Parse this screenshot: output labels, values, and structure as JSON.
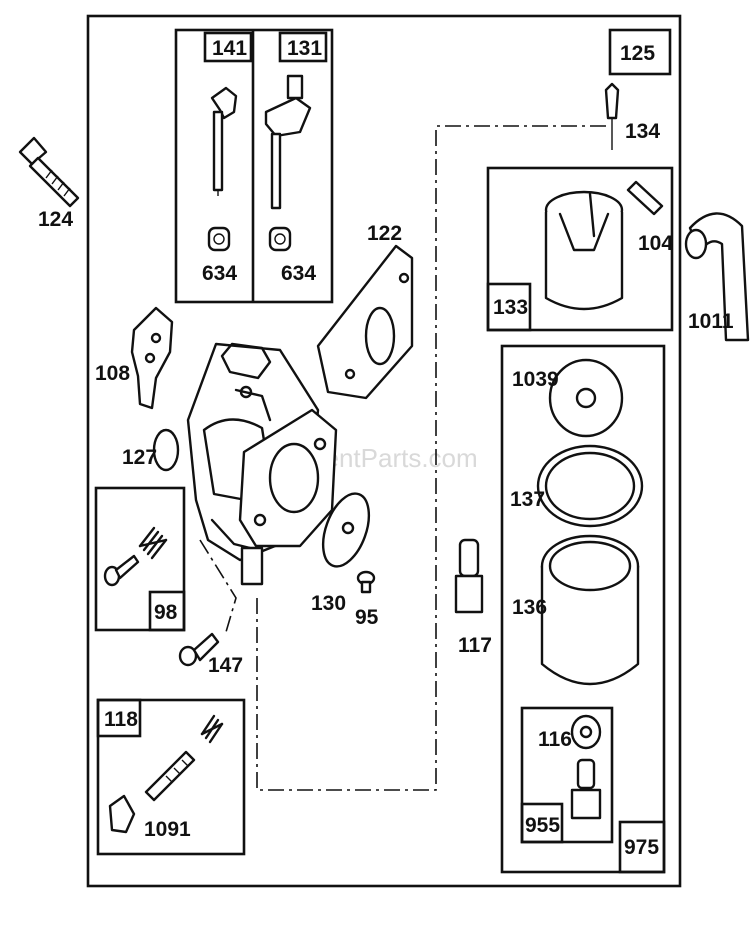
{
  "watermark": "eReplacementParts.com",
  "callouts": {
    "p141": "141",
    "p131": "131",
    "p125": "125",
    "p124": "124",
    "p634a": "634",
    "p634b": "634",
    "p134": "134",
    "p122": "122",
    "p104": "104",
    "p133": "133",
    "p1011": "1011",
    "p108": "108",
    "p1039": "1039",
    "p127": "127",
    "p137": "137",
    "p98": "98",
    "p130": "130",
    "p95": "95",
    "p136": "136",
    "p117": "117",
    "p147": "147",
    "p118": "118",
    "p116": "116",
    "p1091": "1091",
    "p955": "955",
    "p975": "975"
  }
}
